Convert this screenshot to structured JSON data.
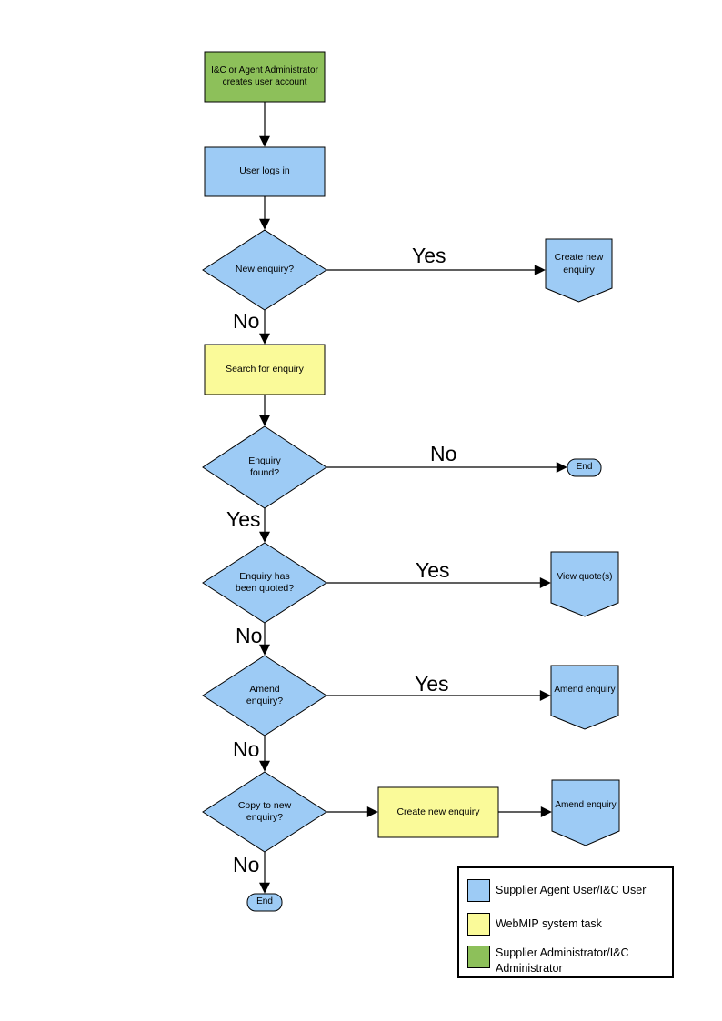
{
  "colors": {
    "user": "#9DCBF5",
    "system": "#FAFA99",
    "admin": "#8DC05A",
    "line": "#000000"
  },
  "nodes": {
    "admin_creates": "I&C or Agent Administrator creates user account",
    "user_logs_in": "User logs in",
    "new_enquiry_q": "New enquiry?",
    "create_new_enquiry_ref": "Create new enquiry",
    "search_for_enquiry": "Search for enquiry",
    "enquiry_found_q": "Enquiry found?",
    "end_enquiry_not_found": "End",
    "enquiry_quoted_q": "Enquiry has been quoted?",
    "view_quotes_ref": "View quote(s)",
    "amend_enquiry_q": "Amend enquiry?",
    "amend_enquiry_ref": "Amend enquiry",
    "copy_to_new_q": "Copy to new enquiry?",
    "create_new_enquiry_task": "Create new enquiry",
    "amend_enquiry_ref2": "Amend enquiry",
    "end_final": "End"
  },
  "edge_labels": {
    "new_enquiry_yes": "Yes",
    "new_enquiry_no": "No",
    "enquiry_found_no": "No",
    "enquiry_found_yes": "Yes",
    "enquiry_quoted_yes": "Yes",
    "enquiry_quoted_no": "No",
    "amend_enquiry_yes": "Yes",
    "amend_enquiry_no": "No",
    "copy_to_new_no": "No"
  },
  "legend": {
    "items": [
      {
        "label": "Supplier Agent User/I&C User"
      },
      {
        "label": "WebMIP system task"
      },
      {
        "label": "Supplier Administrator/I&C Administrator"
      }
    ]
  }
}
